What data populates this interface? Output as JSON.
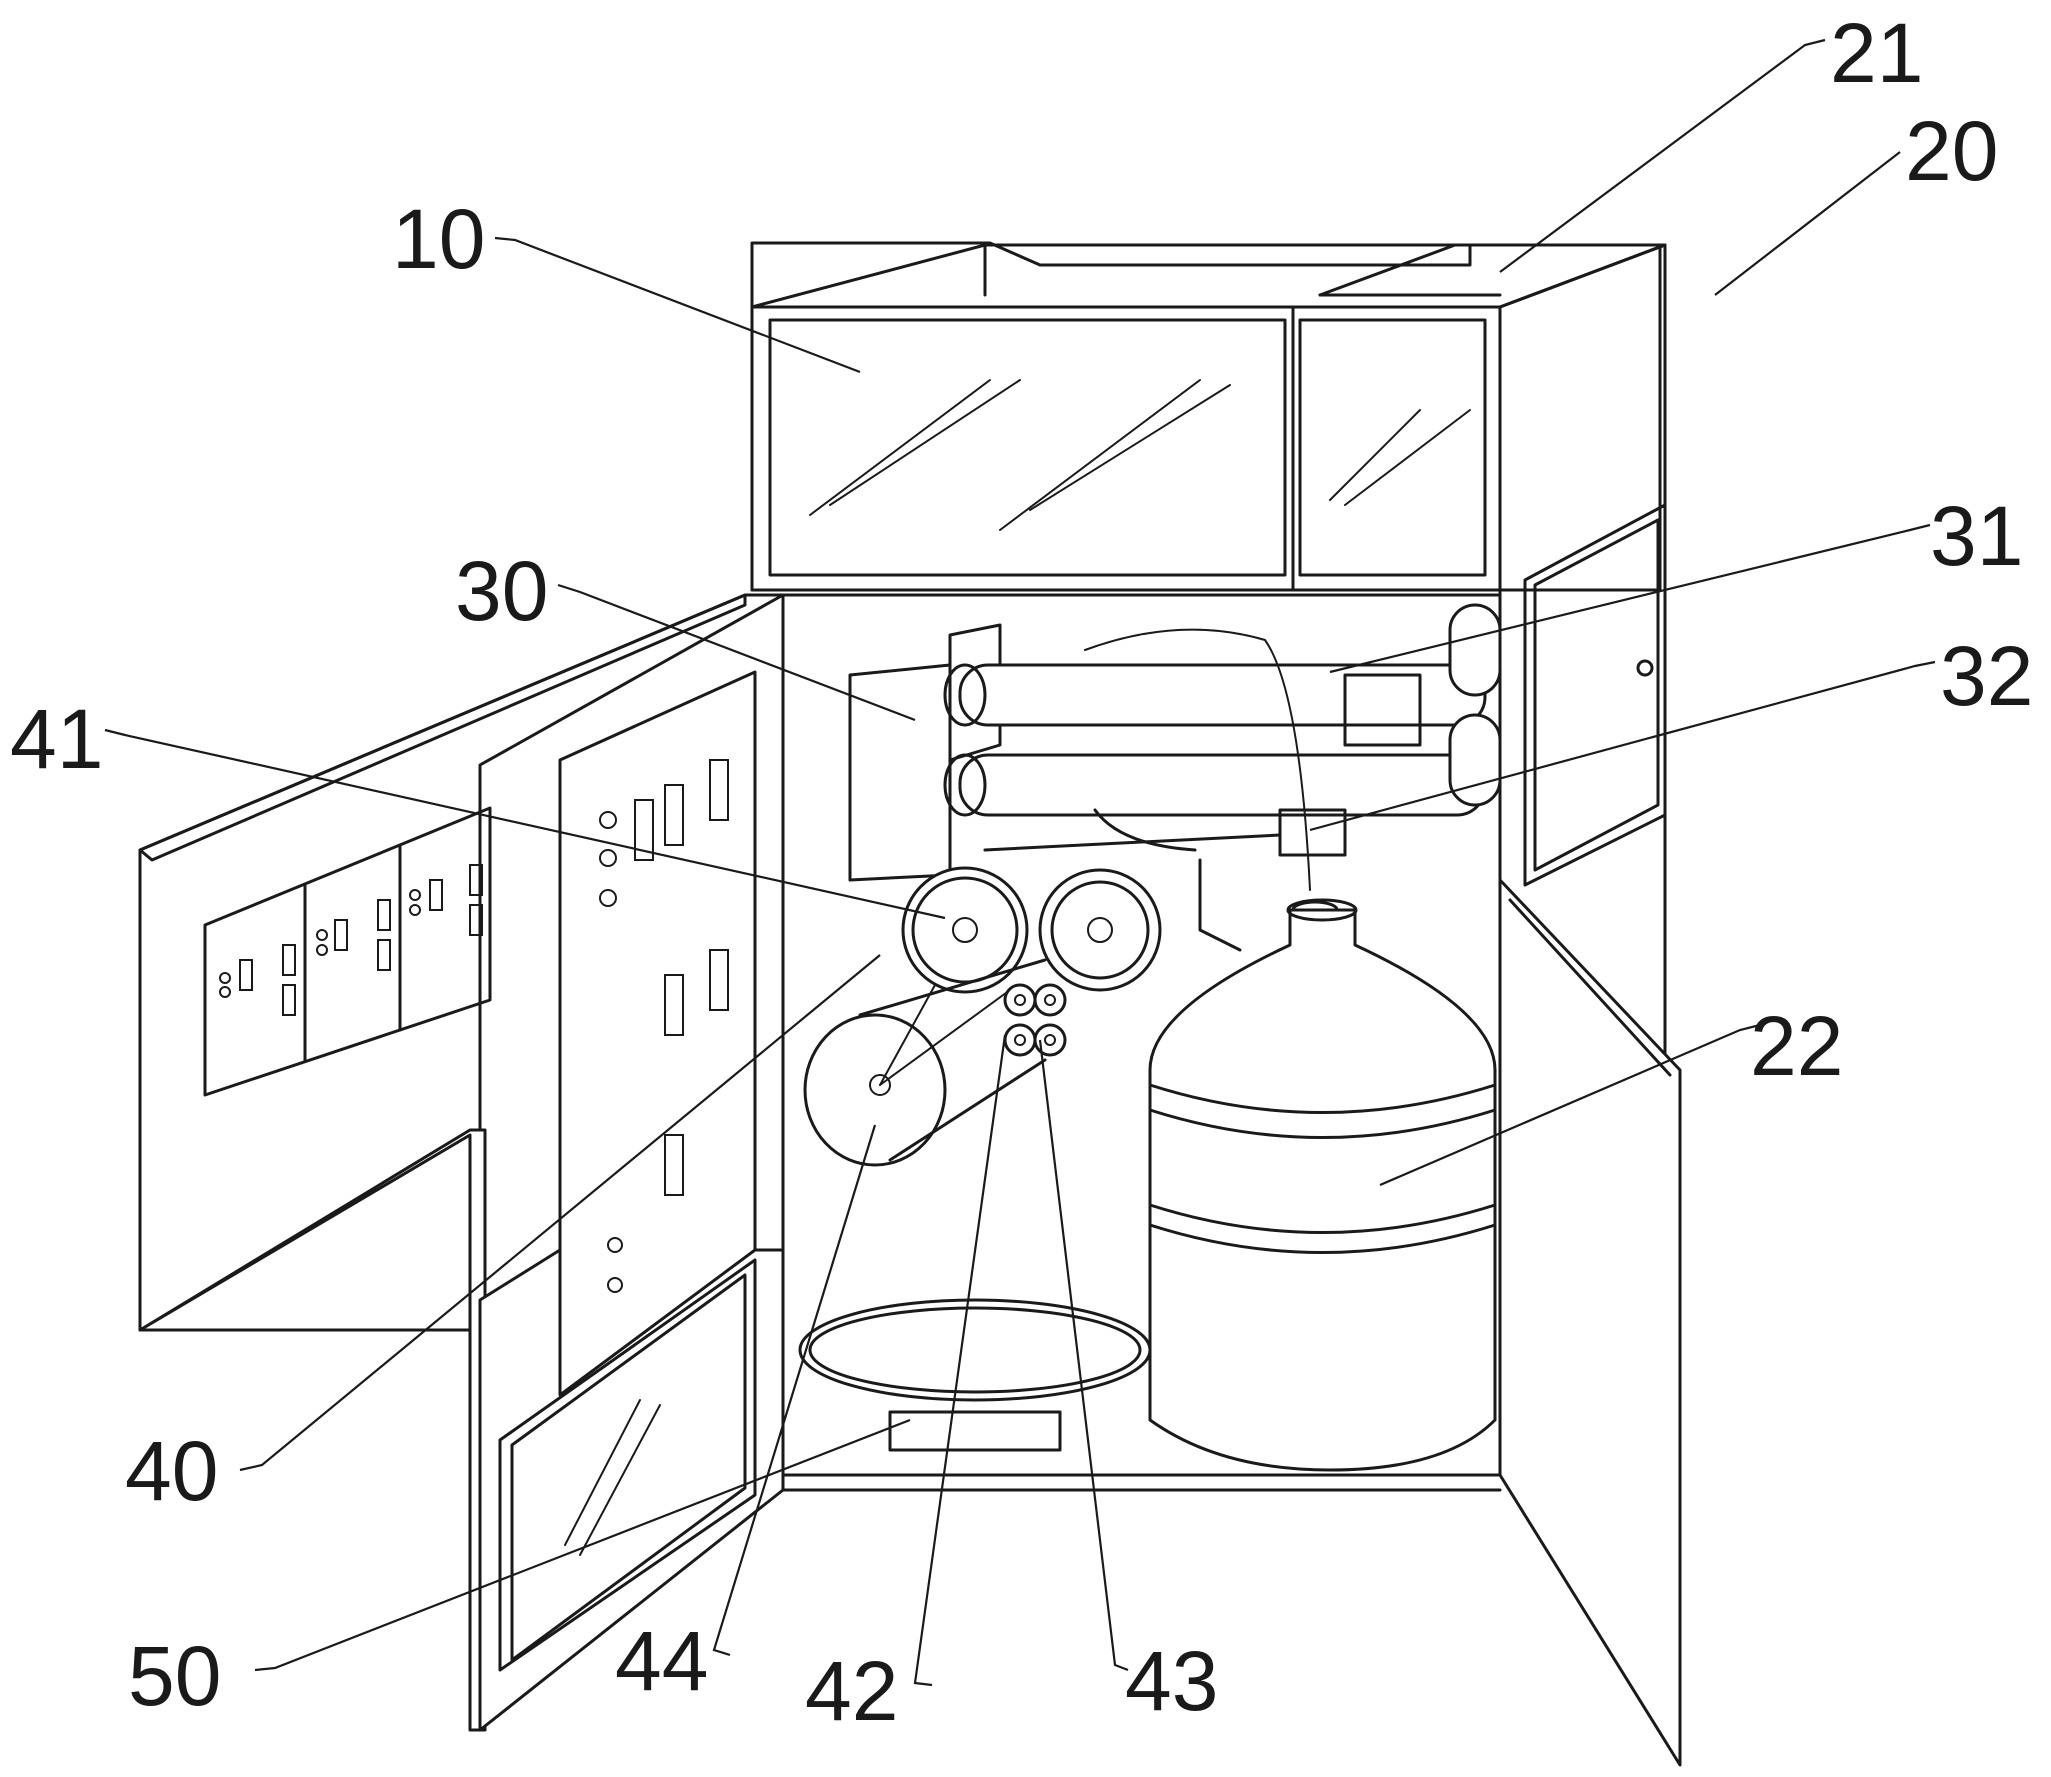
{
  "labels": {
    "l10": "10",
    "l20": "20",
    "l21": "21",
    "l22": "22",
    "l30": "30",
    "l31": "31",
    "l32": "32",
    "l40": "40",
    "l41": "41",
    "l42": "42",
    "l43": "43",
    "l44": "44",
    "l50": "50"
  },
  "colors": {
    "ink": "#1a1a1a",
    "background": "#ffffff"
  }
}
